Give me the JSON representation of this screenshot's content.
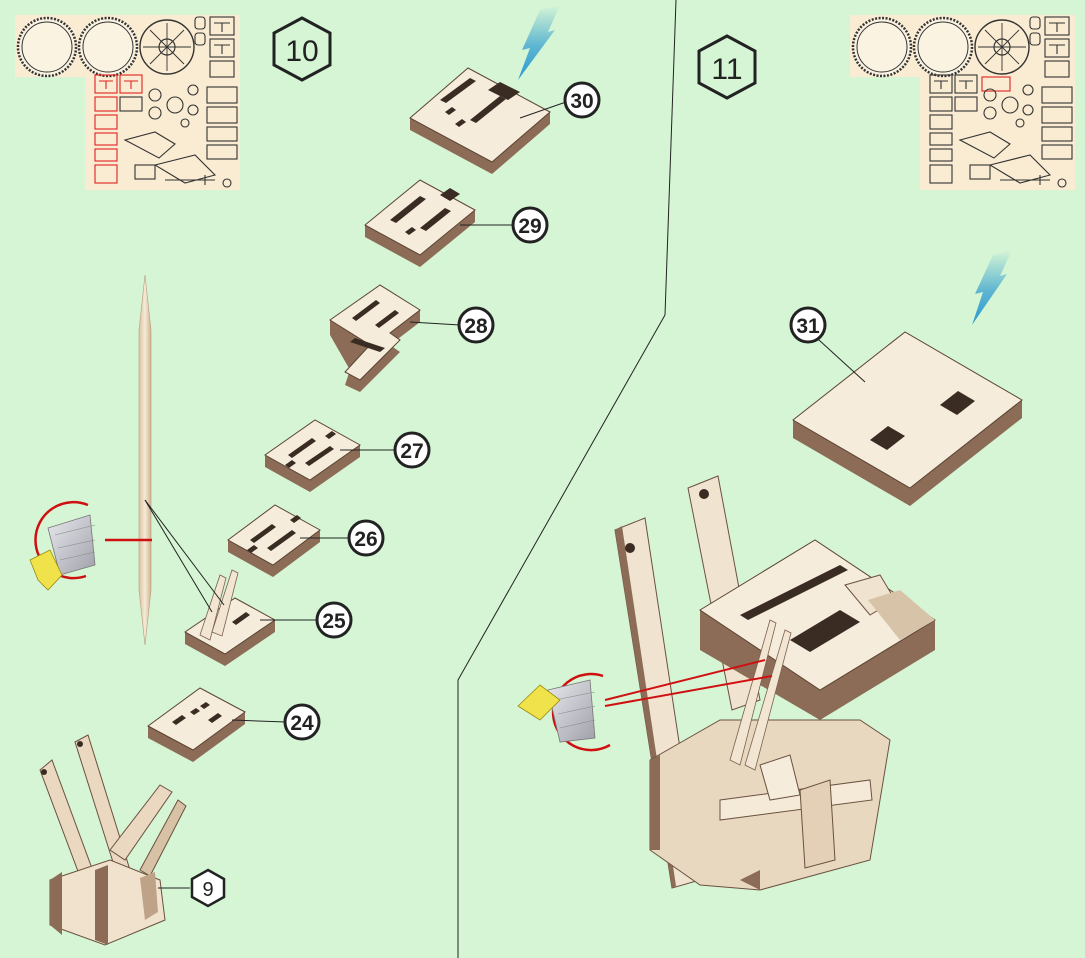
{
  "steps": [
    {
      "number": "10"
    },
    {
      "number": "11"
    }
  ],
  "parts": [
    {
      "number": "30"
    },
    {
      "number": "29"
    },
    {
      "number": "28"
    },
    {
      "number": "27"
    },
    {
      "number": "26"
    },
    {
      "number": "25"
    },
    {
      "number": "24"
    },
    {
      "number": "9"
    },
    {
      "number": "31"
    }
  ],
  "colors": {
    "background": "#d5f5d5",
    "sheet": "#faecd2",
    "wood_face": "#f6ecdc",
    "wood_edge": "#8c6c56",
    "highlight_red": "#e01010",
    "arrow_blue": "#2a9ad0"
  }
}
